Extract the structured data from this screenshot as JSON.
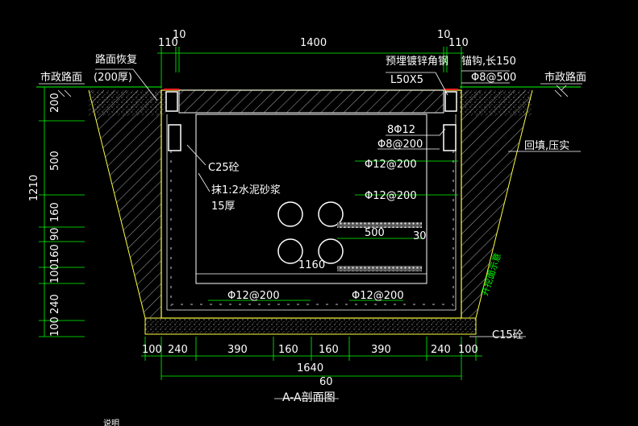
{
  "colors": {
    "background": "#000000",
    "text": "#ffffff",
    "dimension_line": "#00ff00",
    "structure_line": "#ffff40",
    "hatch": "#c0c0c0",
    "rebar": "#ffffff",
    "slope_text": "#00ff00",
    "accent": "#ff2020"
  },
  "top_dims": {
    "left_a": "110",
    "left_b": "10",
    "span": "1400",
    "right_b": "10",
    "right_a": "110"
  },
  "labels": {
    "road_left": "市政路面",
    "road_right": "市政路面",
    "road_restore_1": "路面恢复",
    "road_restore_2": "(200厚)",
    "angle_steel_1": "预埋镀锌角钢",
    "angle_steel_2": "L50X5",
    "anchor_1": "锚钩,长150",
    "anchor_2": "Φ8@500",
    "rebar_8phi12": "8Φ12",
    "stirrup": "Φ8@200",
    "backfill": "回填,压实",
    "concrete": "C25砼",
    "plaster_1": "抹1:2水泥砂浆",
    "plaster_2": "15厚",
    "wall_bar_1": "Φ12@200",
    "wall_bar_2": "Φ12@200",
    "bottom_bar_1": "Φ12@200",
    "bottom_bar_2": "Φ12@200",
    "dim_500": "500",
    "dim_30": "30",
    "dim_1160": "1160",
    "slope": "开挖面示意",
    "c15": "C15砼",
    "title": "A-A剖面图",
    "corner_note": "说明"
  },
  "left_dims": {
    "total": "1210",
    "segments": [
      "200",
      "500",
      "160",
      "90",
      "160",
      "100",
      "240",
      "100"
    ]
  },
  "bottom_dims": {
    "segments": [
      "100",
      "240",
      "390",
      "160",
      "160",
      "390",
      "240",
      "100"
    ],
    "total": "1640",
    "extra": "60"
  }
}
